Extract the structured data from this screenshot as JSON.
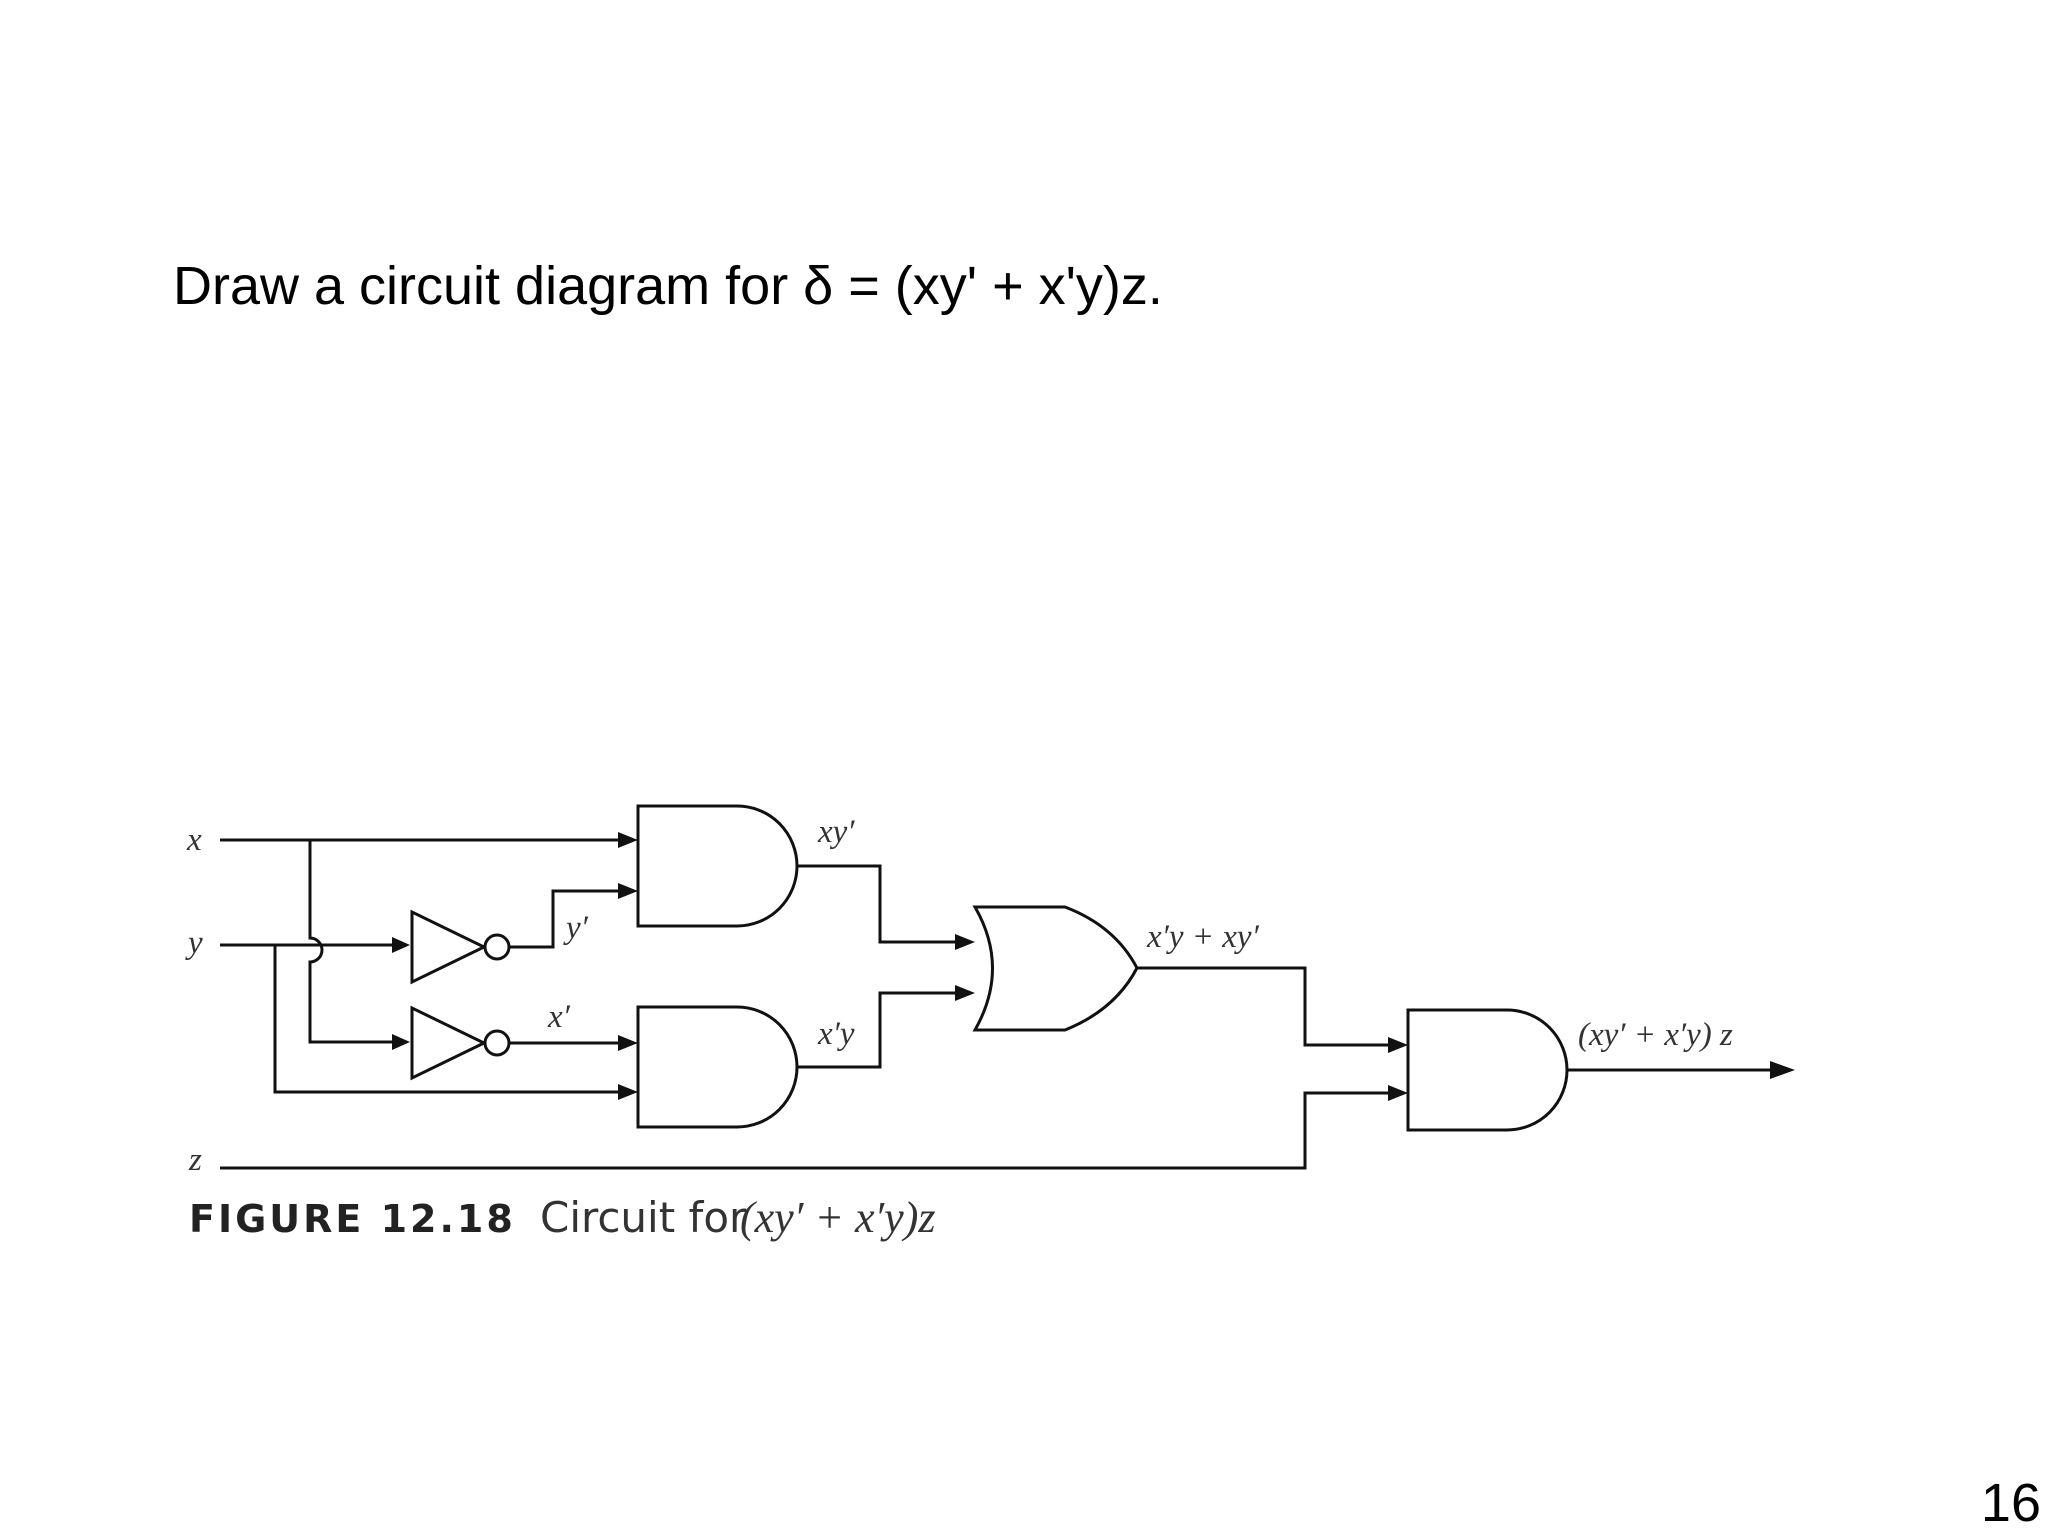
{
  "slide": {
    "title": "Draw a circuit diagram for δ = (xy' + x'y)z.",
    "page_number": "16"
  },
  "diagram": {
    "inputs": [
      "x",
      "y",
      "z"
    ],
    "signals": {
      "y_not": "y′",
      "x_not": "x′",
      "and1_out": "xy′",
      "and2_out": "x′y",
      "or_out": "x′y + xy′",
      "final_out": "(xy′ + x′y) z"
    },
    "caption": {
      "tag": "FIGURE 12.18",
      "text": "Circuit for",
      "expression": "(xy′ + x′y)z"
    }
  }
}
